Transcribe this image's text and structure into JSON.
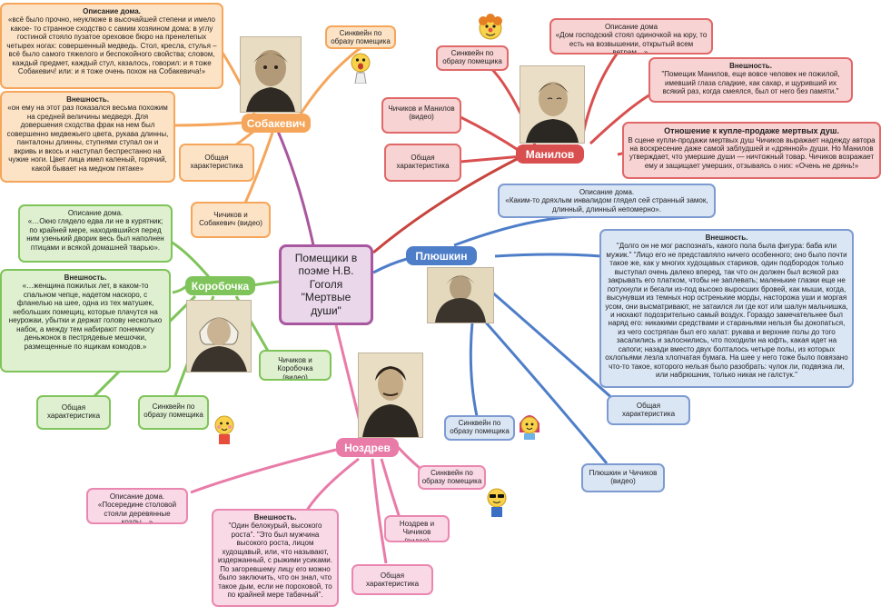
{
  "center": {
    "title": "Помещики в поэме Н.В. Гоголя \"Мертвые души\""
  },
  "sobakevich": {
    "name": "Собакевич",
    "house_title": "Описание дома.",
    "house_text": "«всё было прочно, неуклюже в высочайшей степени и имело какое- то странное сходство с самим хозяином дома: в углу гостиной стояло пузатое ореховое бюро на пренелепых четырех ногах: совершенный медведь. Стол, кресла, стулья – всё было самого тяжелого и беспокойного свойства; словом, каждый предмет, каждый стул, казалось, говорил: и я тоже Собакевич! или: и я тоже очень похож на Собакевича!»",
    "looks_title": "Внешность.",
    "looks_text": "«он ему на этот раз показался весьма похожим на средней величины медведя. Для довершения сходства фрак на нем был совершенно медвежьего цвета, рукава длинны, панталоны длинны, ступнями ступал он и вкривь и вкось и наступал беспрестанно на чужие ноги. Цвет лица имел каленый, горячий, какой бывает на медном пятаке»",
    "syncwine": "Синквейн по образу помещика",
    "general": "Общая характеристика",
    "video": "Чичиков и Собакевич (видео)"
  },
  "manilov": {
    "name": "Манилов",
    "house_title": "Описание дома",
    "house_text": "«Дом господский стоял одиночкой на юру, то есть на возвышении, открытый всем ветрам…».",
    "looks_title": "Внешность.",
    "looks_text": "\"Помещик Манилов, еще вовсе человек не пожилой, имевший глаза сладкие, как сахар, и щуривший их всякий раз, когда смеялся, был от него без памяти.\"",
    "attitude_title": "Отношение к купле-продаже мертвых душ.",
    "attitude_text": "В сцене купли-продажи мертвых душ Чичиков выражает надежду автора на воскресение даже самой заблудшей и «дрянной» души. Но Манилов утверждает, что умершие души — ничтожный товар. Чичиков возражает ему и защищает умерших, отзываясь о них: «Очень не дрянь!»",
    "syncwine": "Синквейн по образу помещика",
    "video": "Чичиков и Манилов (видео)",
    "general": "Общая характеристика"
  },
  "plyushkin": {
    "name": "Плюшкин",
    "house_title": "Описание дома.",
    "house_text": "«Каким-то дряхлым инвалидом глядел сей странный замок, длинный, длинный непомерно».",
    "looks_title": "Внешность.",
    "looks_text": "\"Долго он не мог распознать, какого пола была фигура: баба или мужик.\" \"Лицо его не представляло ничего особенного; оно было почти такое же, как у многих худощавых стариков, один подбородок только выступал очень далеко вперед, так что он должен был всякой раз закрывать его платком, чтобы не заплевать; маленькие глазки еще не потухнули и бегали из-под высоко выросших бровей, как мыши, когда, высунувши из темных нор остренькие морды, насторожа уши и моргая усом, они высматривают, не затаился ли где кот или шалун мальчишка, и нюхают подозрительно самый воздух. Гораздо замечательнее был наряд его: никакими средствами и стараньями нельзя бы докопаться, из чего состряпан был его халат: рукава и верхние полы до того засалились и залоснились, что походили на юфть, какая идет на сапоги; назади вместо двух болталось четыре полы, из которых охлопьями лезла хлопчатая бумага. На шее у него тоже было повязано что-то такое, которого нельзя было разобрать: чулок ли, подвязка ли, или набрюшник, только никак не галстук.\"",
    "general": "Общая характеристика",
    "syncwine": "Синквейн по образу помещика",
    "video": "Плюшкин и Чичиков (видео)"
  },
  "korobochka": {
    "name": "Коробочка",
    "house_title": "Описание дома.",
    "house_text": "«…Окно глядело едва ли не в курятник; по крайней мере, находившийся перед ним узенький дворик весь был наполнен птицами и всякой домашней тварью».",
    "looks_title": "Внешность.",
    "looks_text": "«…женщина пожилых лет, в каком-то спальном чепце, надетом наскоро, с фланелью на шее, одна из тех матушек, небольших помещиц, которые плачутся на неурожаи, убытки и держат голову несколько набок, а между тем набирают понемногу деньжонок в пестрядевые мешочки, размещенные по ящикам комодов.»",
    "video": "Чичиков и Коробочка (видео)",
    "general": "Общая характеристика",
    "syncwine": "Синквейн по образу помещика"
  },
  "nozdrev": {
    "name": "Ноздрев",
    "house_title": "Описание дома.",
    "house_text": "«Посередине столовой стояли деревянные козлы…»",
    "looks_title": "Внешность.",
    "looks_text": "\"Один белокурый, высокого роста\". \"Это был мужчина высокого роста, лицом худощавый, или, что называют, издержанный, с рыжими усиками. По загоревшему лицу его можно было заключить, что он знал, что такое дым, если не пороховой, то по крайней мере табачный\".",
    "syncwine": "Синквейн по образу помещика",
    "video": "Ноздрев и Чичиков (видео)",
    "general": "Общая характеристика"
  },
  "colors": {
    "orange": "#f5a65b",
    "red": "#d94f4f",
    "blue": "#4f7ec9",
    "green": "#7fc45a",
    "pink": "#e97ba8",
    "center": "#a9579f"
  }
}
